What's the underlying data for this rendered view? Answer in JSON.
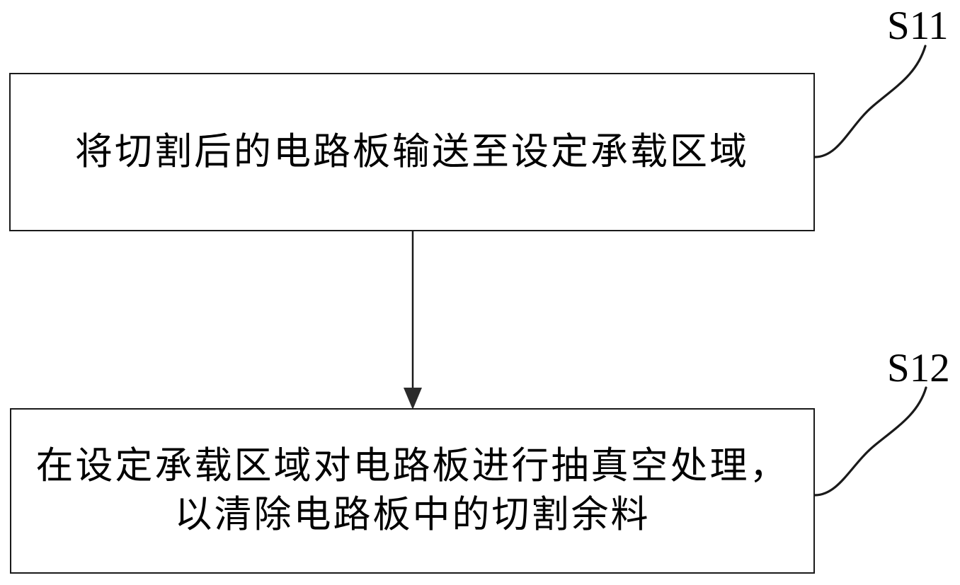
{
  "diagram": {
    "type": "flowchart",
    "orientation": "vertical",
    "language": "zh-CN",
    "line_color": "#1a1a1a",
    "background_color": "#ffffff",
    "text_color": "#000000",
    "steps": [
      {
        "id": "S11",
        "tag": "S11",
        "text": "将切割后的电路板输送至设定承载区域",
        "lines": [
          "将切割后的电路板输送至设定承载区域"
        ]
      },
      {
        "id": "S12",
        "tag": "S12",
        "text": "在设定承载区域对电路板进行抽真空处理，\n以清除电路板中的切割余料",
        "lines": [
          "在设定承载区域对电路板进行抽真空处理，",
          "以清除电路板中的切割余料"
        ]
      }
    ],
    "connectors": [
      {
        "name": "arrow-step1-to-step2",
        "from": "S11",
        "to": "S12",
        "style": "straight-with-arrowhead",
        "direction": "down"
      },
      {
        "name": "leader-line-s11",
        "from": "box-step1-right-edge",
        "to": "tag-s11",
        "style": "s-curve"
      },
      {
        "name": "leader-line-s12",
        "from": "box-step2-right-edge",
        "to": "tag-s12",
        "style": "s-curve"
      }
    ]
  }
}
